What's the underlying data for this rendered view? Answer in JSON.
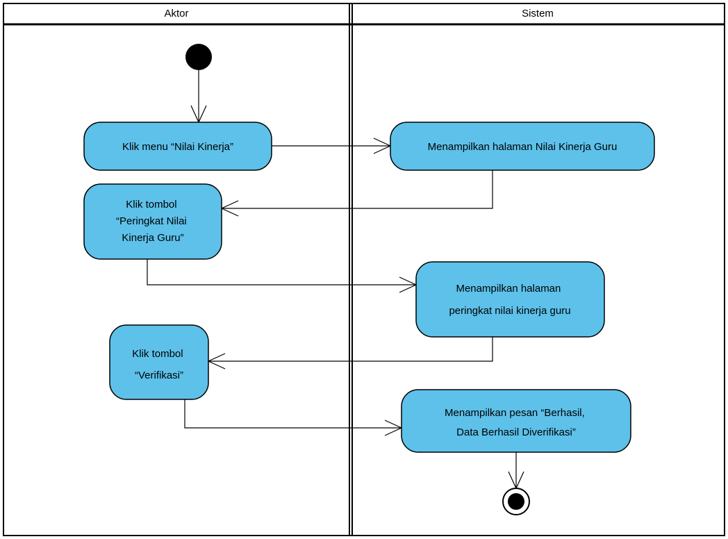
{
  "swimlanes": [
    {
      "id": "aktor",
      "title": "Aktor"
    },
    {
      "id": "sistem",
      "title": "Sistem"
    }
  ],
  "nodes": {
    "klik_menu": {
      "lines": [
        "Klik menu “Nilai Kinerja”"
      ]
    },
    "tampil_halaman_nilai": {
      "lines": [
        "Menampilkan halaman Nilai Kinerja Guru"
      ]
    },
    "klik_peringkat": {
      "lines": [
        "Klik tombol",
        "“Peringkat Nilai",
        "Kinerja Guru”"
      ]
    },
    "tampil_peringkat": {
      "lines": [
        "Menampilkan halaman",
        "peringkat nilai kinerja guru"
      ]
    },
    "klik_verifikasi": {
      "lines": [
        "Klik tombol",
        "“Verifikasi”"
      ]
    },
    "tampil_pesan": {
      "lines": [
        "Menampilkan pesan “Berhasil,",
        "Data Berhasil Diverifikasi”"
      ]
    }
  },
  "colors": {
    "action_fill": "#5dc1ea",
    "stroke": "#000000"
  }
}
